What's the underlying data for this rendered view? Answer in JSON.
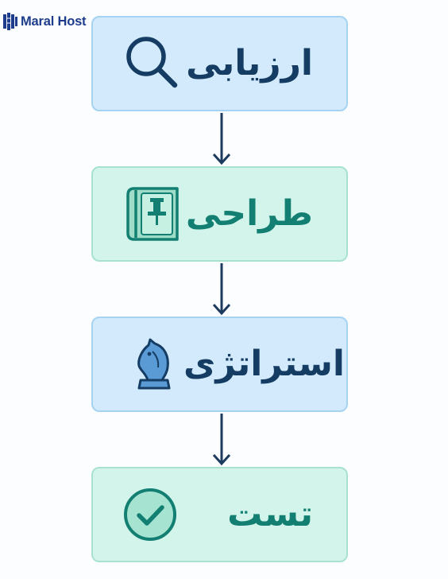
{
  "brand": {
    "name": "Maral Host"
  },
  "colors": {
    "blue_fill": "#d2eafb",
    "blue_border": "#a7d3f3",
    "blue_text": "#153d63",
    "green_fill": "#d3f4ea",
    "green_border": "#a8e2cf",
    "green_text": "#127f72",
    "arrow": "#1d3b5e"
  },
  "steps": [
    {
      "label": "ارزیابی",
      "icon": "magnifier-icon"
    },
    {
      "label": "طراحی",
      "icon": "blueprint-book-icon"
    },
    {
      "label": "استراتژی",
      "icon": "chess-knight-icon"
    },
    {
      "label": "تست",
      "icon": "check-circle-icon"
    }
  ]
}
